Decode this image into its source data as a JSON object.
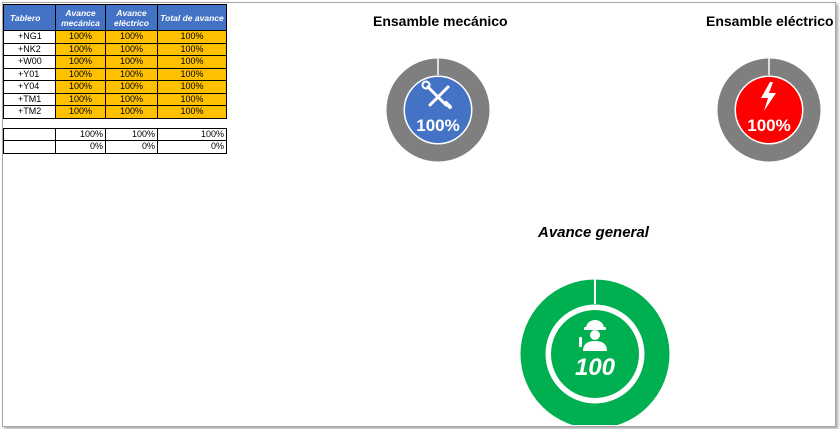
{
  "table": {
    "headers": [
      "Tablero",
      "Avance mecánica",
      "Avance eléctrico",
      "Total de avance"
    ],
    "rows": [
      {
        "name": "+NG1",
        "mec": "100%",
        "ele": "100%",
        "total": "100%"
      },
      {
        "name": "+NK2",
        "mec": "100%",
        "ele": "100%",
        "total": "100%"
      },
      {
        "name": "+W00",
        "mec": "100%",
        "ele": "100%",
        "total": "100%"
      },
      {
        "name": "+Y01",
        "mec": "100%",
        "ele": "100%",
        "total": "100%"
      },
      {
        "name": "+Y04",
        "mec": "100%",
        "ele": "100%",
        "total": "100%"
      },
      {
        "name": "+TM1",
        "mec": "100%",
        "ele": "100%",
        "total": "100%"
      },
      {
        "name": "+TM2",
        "mec": "100%",
        "ele": "100%",
        "total": "100%"
      }
    ],
    "summary": [
      {
        "mec": "100%",
        "ele": "100%",
        "total": "100%"
      },
      {
        "mec": "0%",
        "ele": "0%",
        "total": "0%"
      }
    ]
  },
  "gauges": {
    "mecanico": {
      "title": "Ensamble mecánico",
      "value_label": "100%",
      "progress": 1.0,
      "color": "#4472c4",
      "icon": "tools-icon"
    },
    "electrico": {
      "title": "Ensamble eléctrico",
      "value_label": "100%",
      "progress": 1.0,
      "color": "#ff0000",
      "icon": "lightning-icon"
    },
    "general": {
      "title": "Avance general",
      "value_label": "100",
      "progress": 1.0,
      "color": "#00b050",
      "icon": "worker-icon"
    }
  },
  "colors": {
    "header_blue": "#4472c4",
    "cell_amber": "#ffc000",
    "ring_gray": "#7f7f7f"
  }
}
